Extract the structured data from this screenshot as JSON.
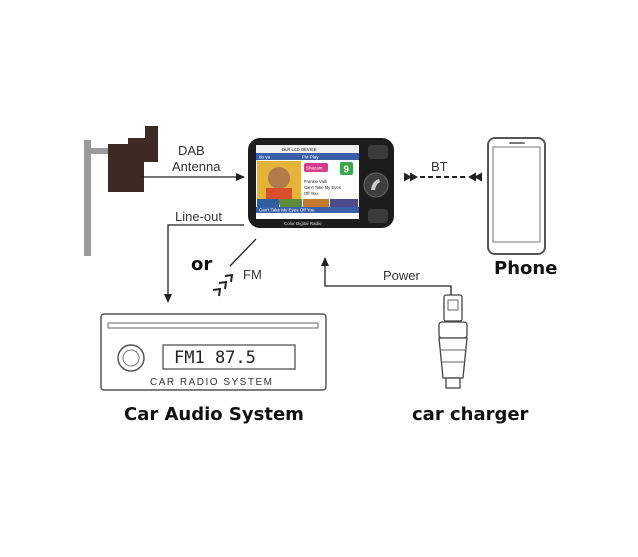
{
  "labels": {
    "dab": "DAB",
    "antenna": "Antenna",
    "bt": "BT",
    "line_out": "Line-out",
    "or": "or",
    "fm": "FM",
    "power": "Power",
    "phone": "Phone",
    "car_audio": "Car Audio System",
    "car_charger": "car charger"
  },
  "radio": {
    "display": "FM1  87.5",
    "name": "CAR RADIO SYSTEM"
  },
  "device_screen": {
    "header": "DLR LCD DEVICE",
    "tab_left": "do ya",
    "tab_right": "FM Play",
    "badge": "Shazam",
    "channel_number": "9",
    "line1": "Frankie Valli",
    "line2": "Can't Take My Eyes",
    "line3": "Off You",
    "ticker": "Can't Take My Eyes Off You",
    "footer": "Color Digital Radio"
  }
}
